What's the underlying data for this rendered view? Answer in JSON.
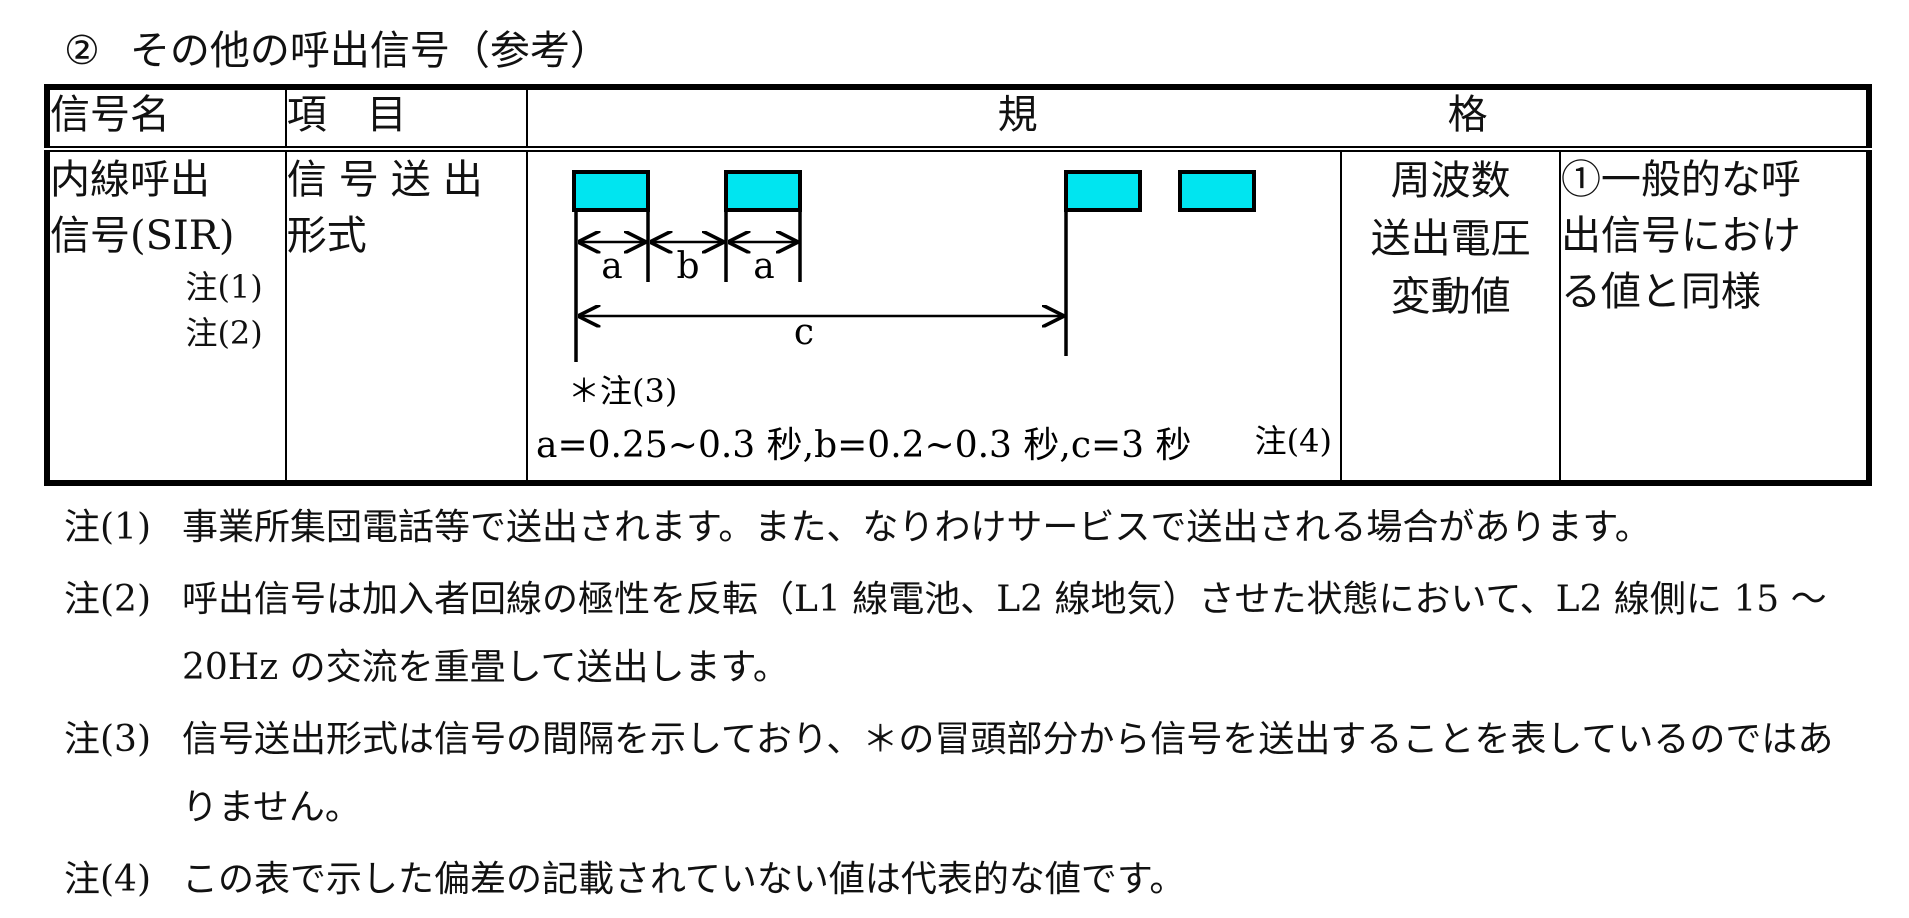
{
  "heading": {
    "number": "②",
    "title": "その他の呼出信号（参考）"
  },
  "table": {
    "header": {
      "signal_name": "信号名",
      "item": "項　目",
      "spec_char1": "規",
      "spec_char2": "格"
    },
    "row": {
      "signal_name_line1": "内線呼出",
      "signal_name_line2": "信号(SIR)",
      "note_ref1": "注(1)",
      "note_ref2": "注(2)",
      "item_line1": "信号送出",
      "item_line2": "形式",
      "diagram": {
        "label_a1": "a",
        "label_b": "b",
        "label_a2": "a",
        "label_c": "c",
        "star_note": "＊注(3)",
        "timing": "a=0.25~0.3 秒,b=0.2~0.3 秒,c=3 秒",
        "note_ref4": "注(4)",
        "pulse_color": "#00e5f0"
      },
      "freq_line1": "周波数",
      "freq_line2": "送出電圧",
      "freq_line3": "変動値",
      "note_line1": "①一般的な呼",
      "note_line2": "出信号におけ",
      "note_line3": "る値と同様"
    }
  },
  "footnotes": [
    {
      "label": "注(1)",
      "text": "事業所集団電話等で送出されます。また、なりわけサービスで送出される場合があります。"
    },
    {
      "label": "注(2)",
      "text": "呼出信号は加入者回線の極性を反転（L1 線電池、L2 線地気）させた状態において、L2 線側に 15 ～20Hz の交流を重畳して送出します。"
    },
    {
      "label": "注(3)",
      "text": "信号送出形式は信号の間隔を示しており、＊の冒頭部分から信号を送出することを表しているのではありません。"
    },
    {
      "label": "注(4)",
      "text": "この表で示した偏差の記載されていない値は代表的な値です。"
    }
  ]
}
